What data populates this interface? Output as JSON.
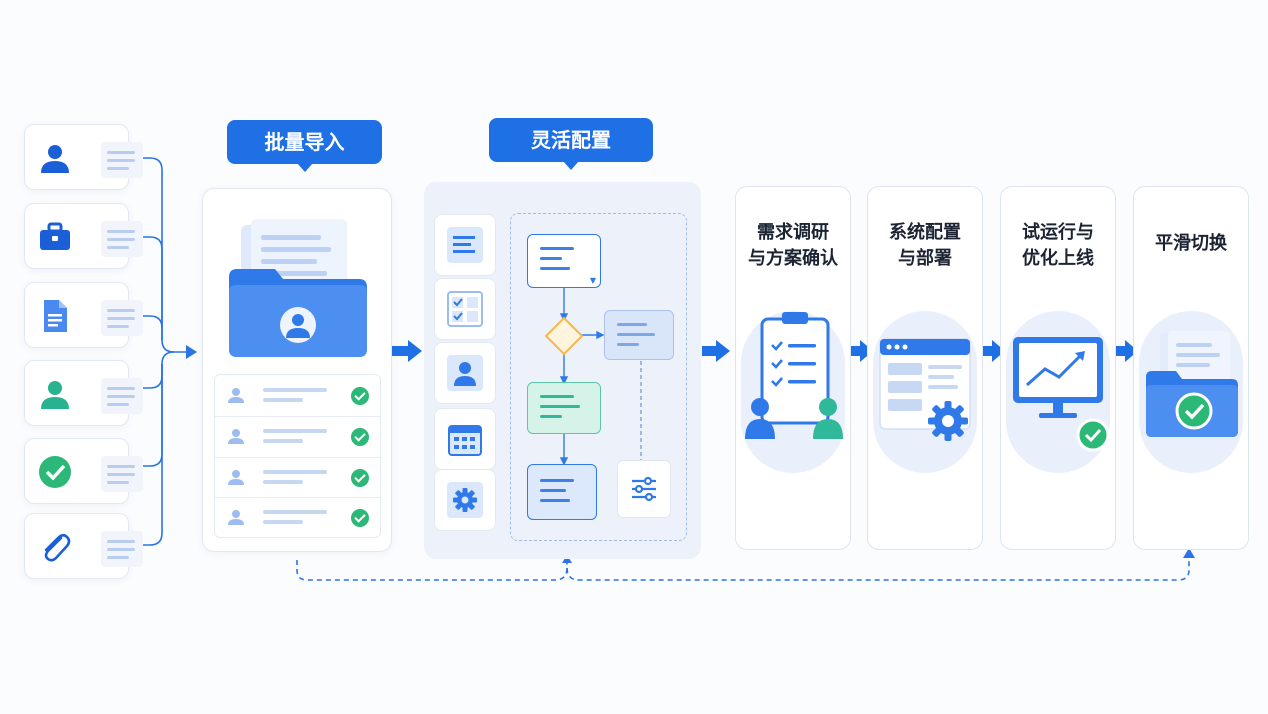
{
  "labels": {
    "batch_import": "批量导入",
    "flexible_config": "灵活配置"
  },
  "steps": [
    {
      "title_line1": "需求调研",
      "title_line2": "与方案确认"
    },
    {
      "title_line1": "系统配置",
      "title_line2": "与部署"
    },
    {
      "title_line1": "试运行与",
      "title_line2": "优化上线"
    },
    {
      "title_line1": "平滑切换",
      "title_line2": ""
    }
  ],
  "sources": [
    {
      "icon": "user-icon"
    },
    {
      "icon": "briefcase-icon"
    },
    {
      "icon": "document-icon"
    },
    {
      "icon": "user-icon"
    },
    {
      "icon": "check-circle-icon"
    },
    {
      "icon": "paperclip-icon"
    }
  ],
  "tools": [
    {
      "icon": "list-doc-icon"
    },
    {
      "icon": "checklist-icon"
    },
    {
      "icon": "user-icon"
    },
    {
      "icon": "calendar-icon"
    },
    {
      "icon": "gear-icon"
    }
  ],
  "colors": {
    "accent": "#1f6fe5",
    "success": "#2cb876",
    "warning": "#f5b84a",
    "teal": "#2fb89a"
  }
}
